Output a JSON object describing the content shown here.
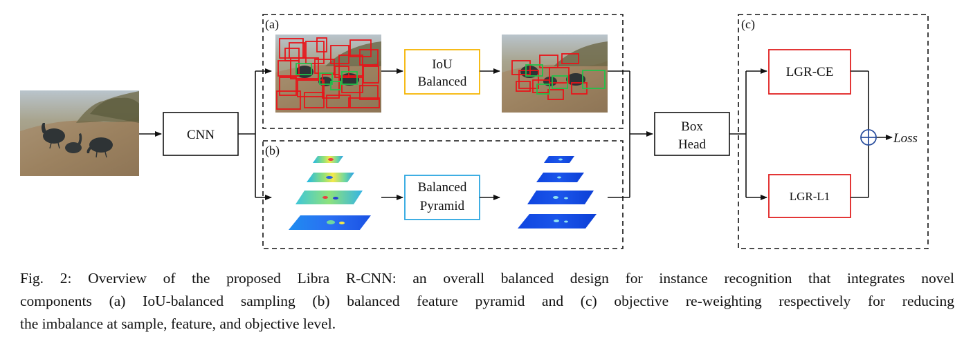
{
  "panels": {
    "a_label": "(a)",
    "b_label": "(b)",
    "c_label": "(c)"
  },
  "boxes": {
    "cnn": "CNN",
    "iou_line1": "IoU",
    "iou_line2": "Balanced",
    "pyramid_line1": "Balanced",
    "pyramid_line2": "Pyramid",
    "box_line1": "Box",
    "box_line2": "Head",
    "lgr_ce": "LGR-CE",
    "lgr_l1": "LGR-L1",
    "loss": "Loss"
  },
  "colors": {
    "iou_border": "#f5b400",
    "pyramid_border": "#2aa6e0",
    "lgr_border": "#e02020",
    "sum_node": "#2b4f9e",
    "neg_box": "#e8141a",
    "pos_box": "#22c04a"
  },
  "caption": {
    "line1": "Fig. 2: Overview of the proposed Libra R-CNN: an overall balanced design for instance recognition that integrates novel",
    "line2": "components (a) IoU-balanced sampling (b) balanced feature pyramid and (c) objective re-weighting respectively for reducing",
    "line3": "the imbalance at sample, feature, and objective level."
  }
}
